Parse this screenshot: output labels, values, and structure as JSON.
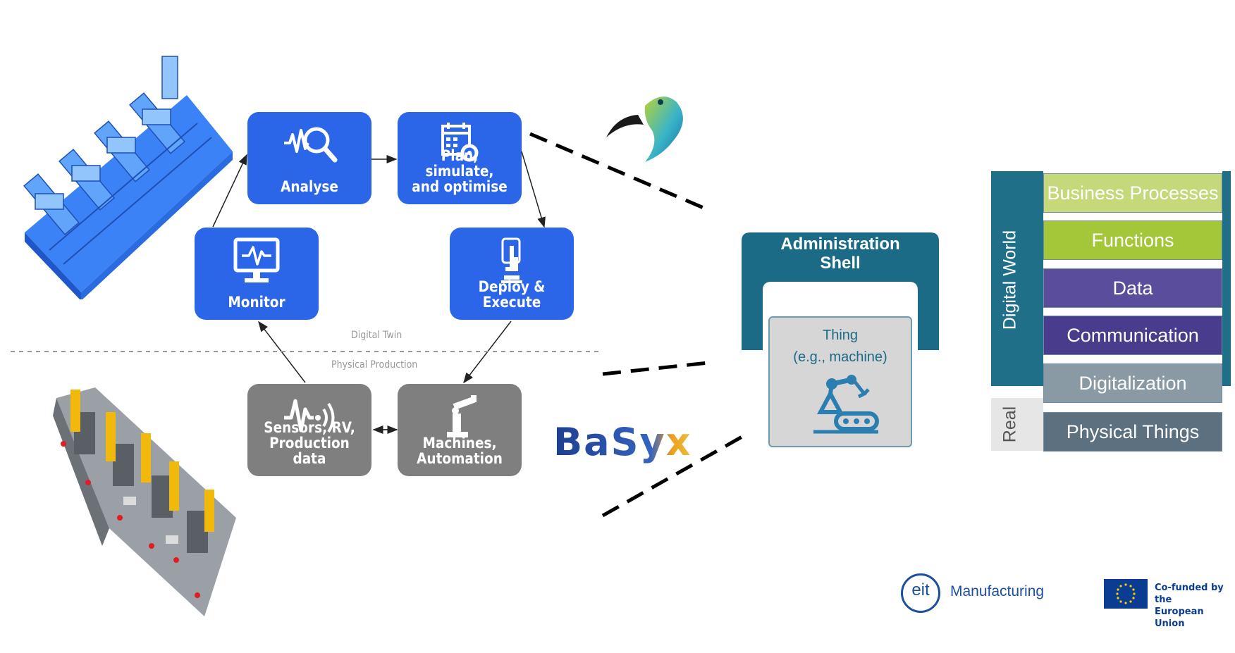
{
  "cycle": {
    "analyse": "Analyse",
    "plan": "Plan, simulate,\nand optimise",
    "deploy": "Deploy &\nExecute",
    "monitor": "Monitor",
    "sensors": "Sensors, RV,\nProduction data",
    "machines": "Machines,\nAutomation",
    "digital_twin": "Digital Twin",
    "physical_production": "Physical Production"
  },
  "basyx": {
    "logo_text": "BaSyx"
  },
  "admin_shell": {
    "title": "Administration\nShell",
    "thing": "Thing\n(e.g., machine)"
  },
  "layers": {
    "digital_world": "Digital World",
    "real": "Real",
    "items": [
      {
        "label": "Business Processes",
        "color": "#c5d87a"
      },
      {
        "label": "Functions",
        "color": "#a3c739"
      },
      {
        "label": "Data",
        "color": "#5a4d9c"
      },
      {
        "label": "Communication",
        "color": "#4a3c8c"
      },
      {
        "label": "Digitalization",
        "color": "#8a9aa5"
      },
      {
        "label": "Physical Things",
        "color": "#5c7080"
      }
    ]
  },
  "footer": {
    "eit_mark": "eit",
    "eit_label": "Manufacturing",
    "eu_label": "Co-funded by the\nEuropean Union"
  },
  "colors": {
    "blue_box": "#2c66e8",
    "gray_box": "#7f7f7f",
    "shell": "#1b6a86",
    "digital_world_band": "#1f6f89"
  }
}
